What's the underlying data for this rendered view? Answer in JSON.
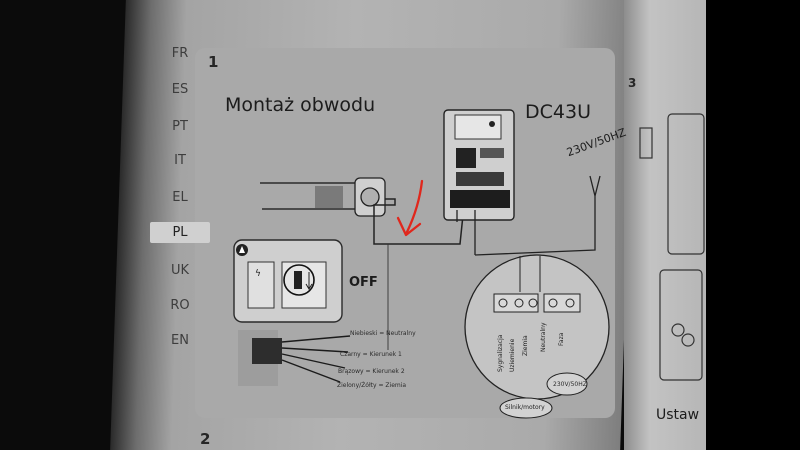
{
  "languages": [
    "FR",
    "ES",
    "PT",
    "IT",
    "EL",
    "PL",
    "UK",
    "RO",
    "EN"
  ],
  "selected_language": "PL",
  "step_numbers": {
    "first": "1",
    "second": "2",
    "right_page": "3"
  },
  "heading": "Montaż obwodu",
  "model": "DC43U",
  "supply": "230V/50HZ",
  "switch_state": "OFF",
  "wire_legend": [
    "Niebieski = Neutralny",
    "Czarny = Kierunek 1",
    "Brązowy = Kierunek 2",
    "Zielony/Żółty = Ziemia"
  ],
  "terminals": [
    "Sygnalizacja",
    "Uziemienie",
    "Ziemia",
    "Neutralny",
    "Faza"
  ],
  "silnik_label": "Silnik/motory",
  "supply_bubble": "230V/50HZ",
  "right_page_fragment": "Ustaw",
  "colors": {
    "annotation": "#e0271c",
    "page": "#b3b3b3",
    "background": "#0b0b0b"
  }
}
